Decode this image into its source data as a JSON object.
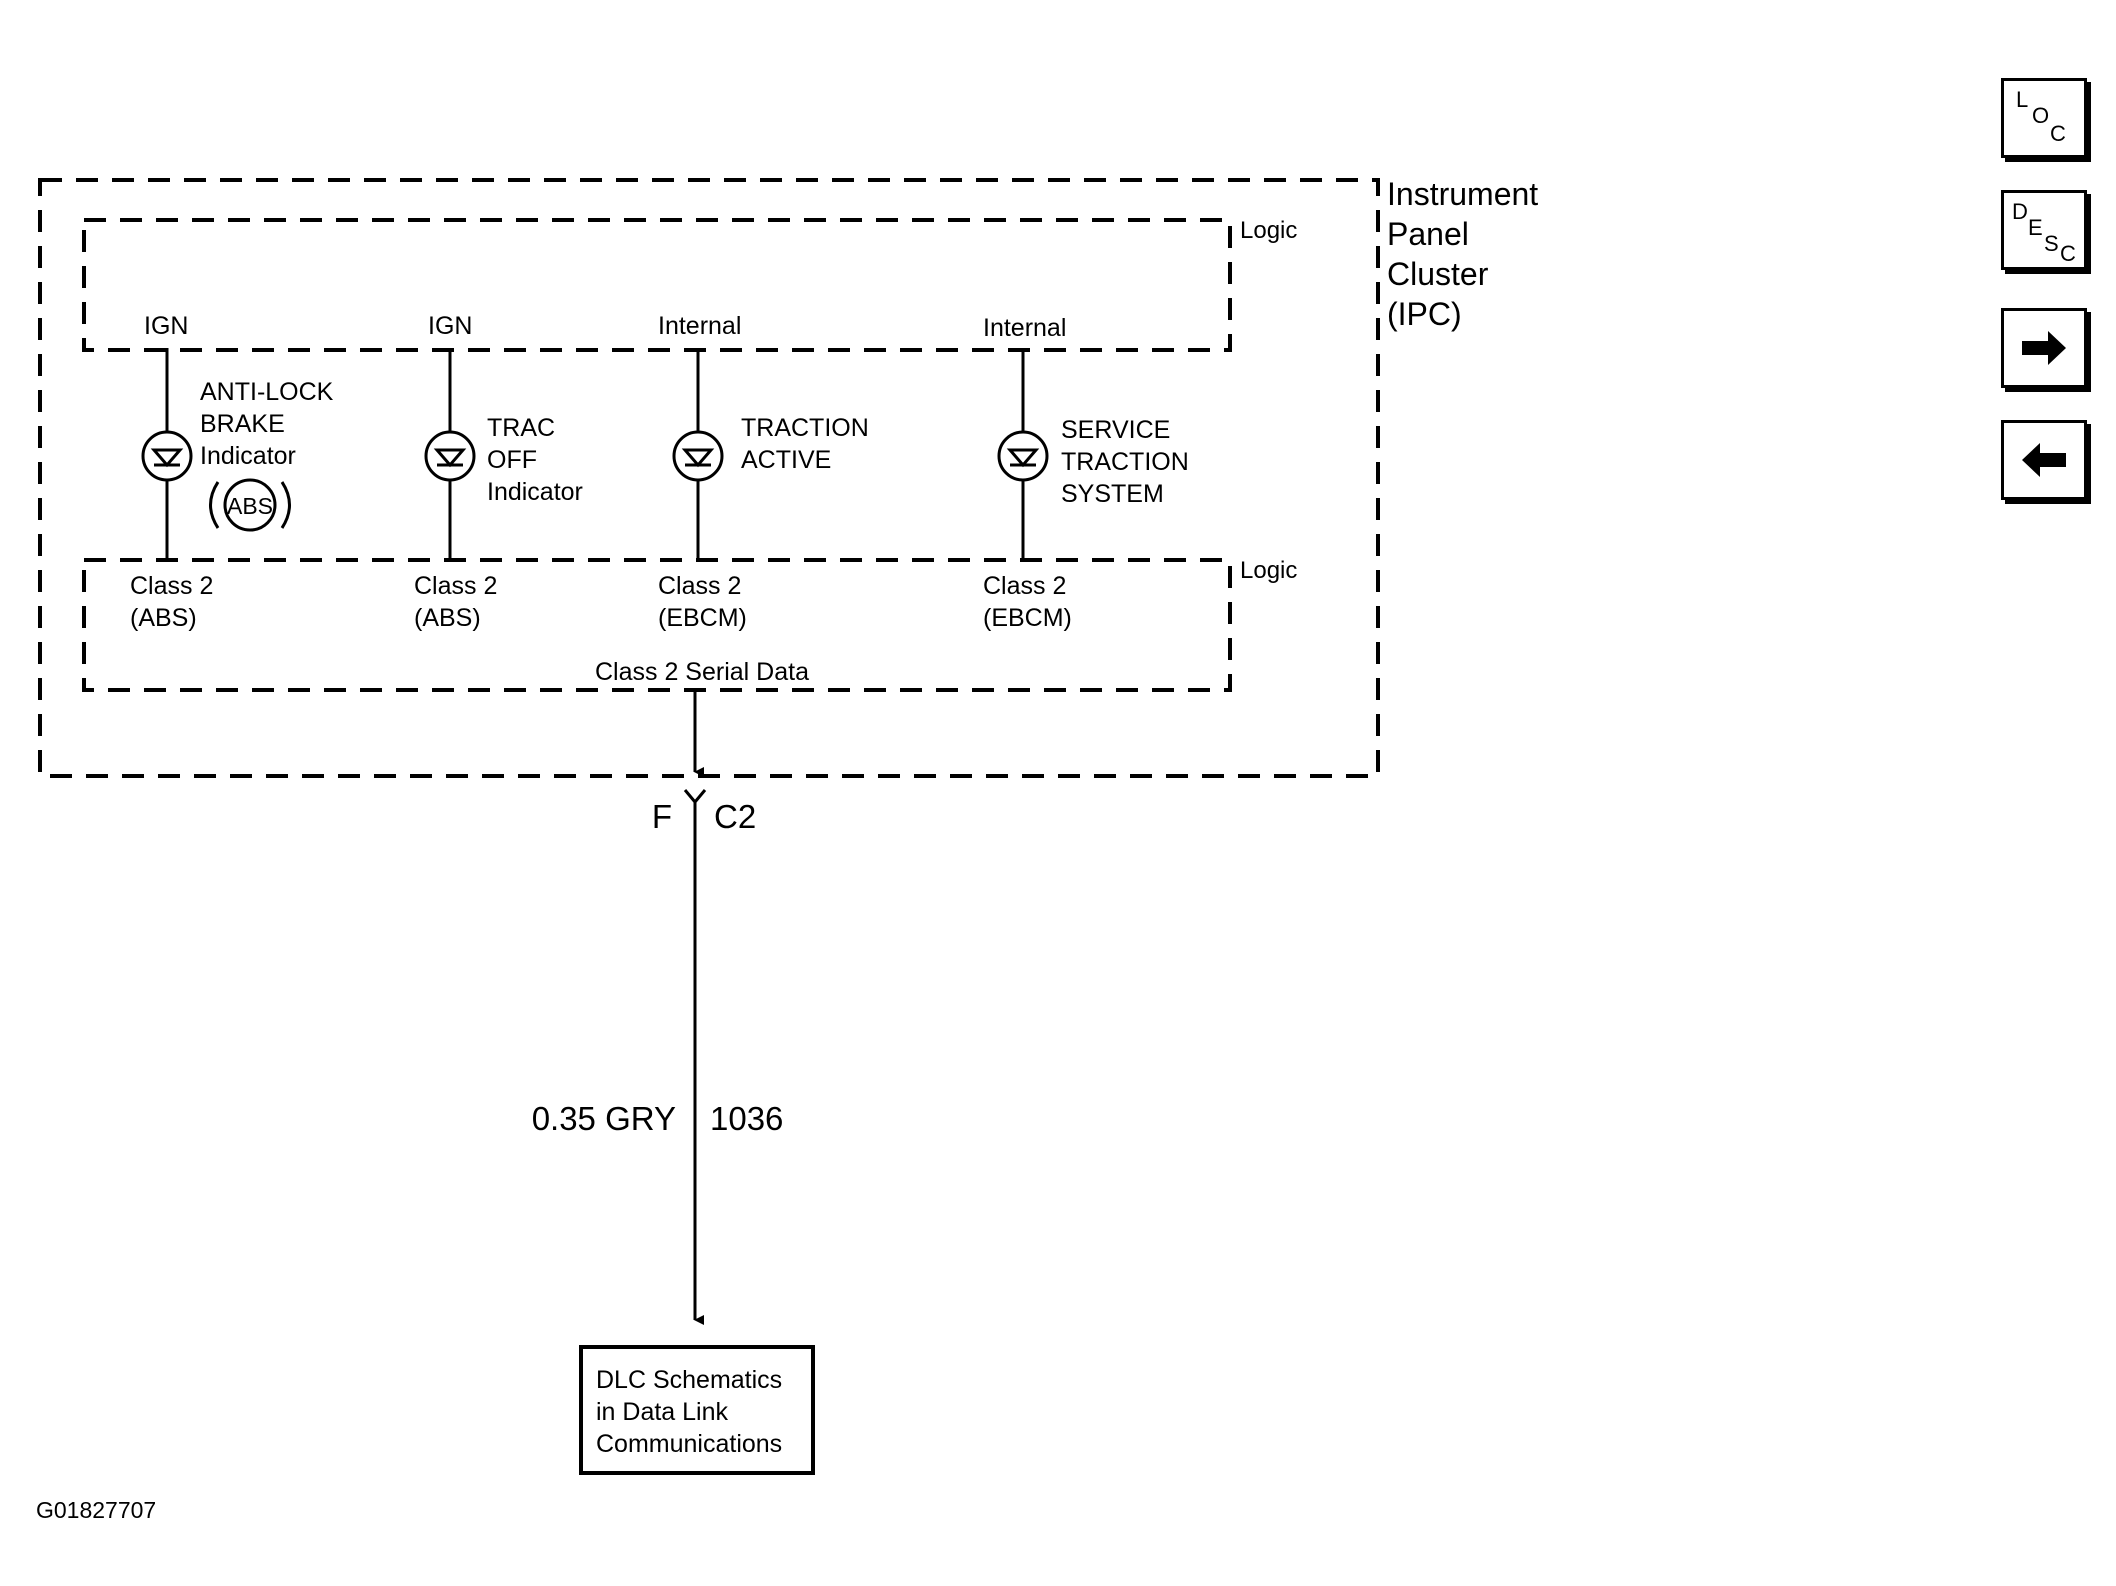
{
  "module": {
    "name_lines": [
      "Instrument",
      "Panel",
      "Cluster",
      "(IPC)"
    ],
    "logic_label_top": "Logic",
    "logic_label_bottom": "Logic",
    "serial_data_label": "Class 2 Serial Data"
  },
  "indicators": [
    {
      "source": "IGN",
      "label_lines": [
        "ANTI-LOCK",
        "BRAKE",
        "Indicator"
      ],
      "symbol": "ABS",
      "class_lines": [
        "Class 2",
        "(ABS)"
      ]
    },
    {
      "source": "IGN",
      "label_lines": [
        "TRAC",
        "OFF",
        "Indicator"
      ],
      "class_lines": [
        "Class 2",
        "(ABS)"
      ]
    },
    {
      "source": "Internal",
      "label_lines": [
        "TRACTION",
        "ACTIVE"
      ],
      "class_lines": [
        "Class 2",
        "(EBCM)"
      ]
    },
    {
      "source": "Internal",
      "label_lines": [
        "SERVICE",
        "TRACTION",
        "SYSTEM"
      ],
      "class_lines": [
        "Class 2",
        "(EBCM)"
      ]
    }
  ],
  "connector": {
    "pin": "F",
    "name": "C2"
  },
  "wire": {
    "spec": "0.35 GRY",
    "circuit": "1036"
  },
  "reference_box": {
    "lines": [
      "DLC Schematics",
      "in Data Link",
      "Communications"
    ]
  },
  "figure_id": "G01827707",
  "nav": {
    "loc": {
      "chars": [
        "L",
        "O",
        "C"
      ]
    },
    "desc": {
      "chars": [
        "D",
        "E",
        "S",
        "C"
      ]
    },
    "next_icon": "arrow-right-icon",
    "prev_icon": "arrow-left-icon"
  }
}
